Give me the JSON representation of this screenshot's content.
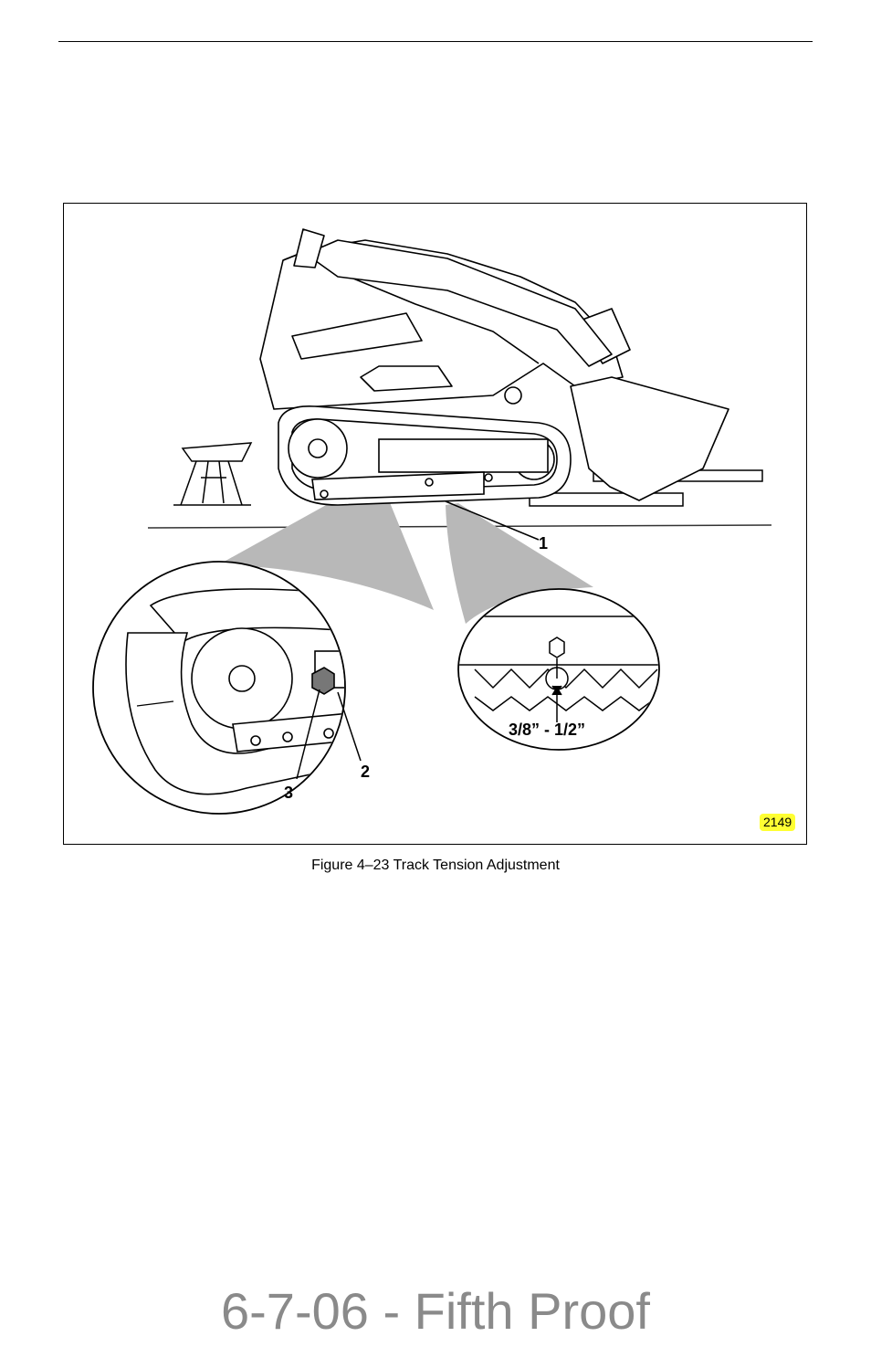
{
  "figure": {
    "callouts": {
      "one": "1",
      "two": "2",
      "three": "3",
      "measurement": "3/8” - 1/2”"
    },
    "figure_id": "2149",
    "figure_id_highlight": "#ffff33",
    "caption": "Figure 4–23 Track Tension Adjustment"
  },
  "watermark": {
    "text": "6-7-06 - Fifth Proof",
    "color": "#8a8a8a"
  }
}
